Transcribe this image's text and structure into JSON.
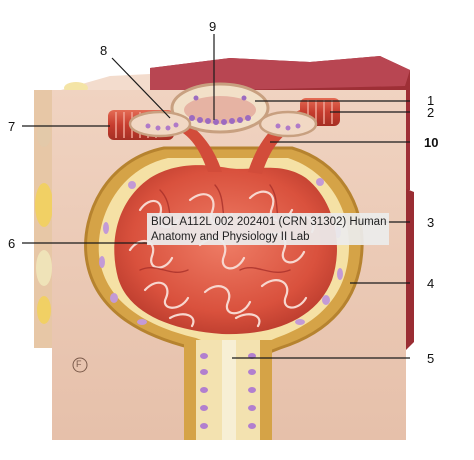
{
  "caption": {
    "line1": "BIOL A112L 002 202401 (CRN 31302) Human",
    "line2": "Anatomy and Physiology II Lab"
  },
  "labels": [
    "1",
    "2",
    "3",
    "4",
    "5",
    "6",
    "7",
    "8",
    "9",
    "10"
  ],
  "badge": "F",
  "colors": {
    "block": "#eccab5",
    "block_top": "#f2dccf",
    "capsule_wall": "#d9a34a",
    "capsule_space": "#f6e3a8",
    "glomerulus": "#e0604a",
    "vessel": "#c94436",
    "tubule_cell": "#c39ad6",
    "leader": "#1a1a1a"
  }
}
